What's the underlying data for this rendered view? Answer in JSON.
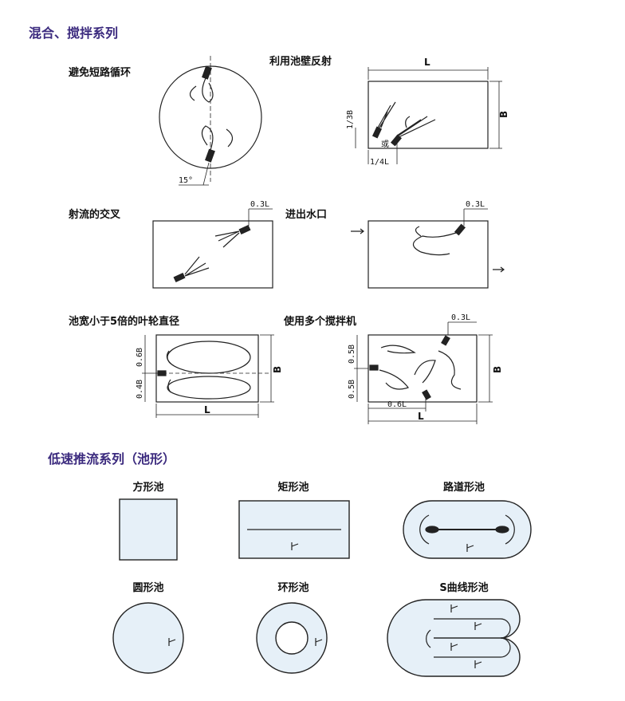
{
  "sections": {
    "mixing": "混合、搅拌系列",
    "lowspeed": "低速推流系列（池形）"
  },
  "diagrams": {
    "avoid_short_circuit": "避免短路循环",
    "wall_reflection": "利用池壁反射",
    "jet_cross": "射流的交叉",
    "inlet_outlet": "进出水口",
    "narrow_pool": "池宽小于5倍的叶轮直径",
    "multi_mixer": "使用多个搅拌机"
  },
  "dims": {
    "angle": "15°",
    "L": "L",
    "B": "B",
    "third_B": "1/3B",
    "quarter_L": "1/4L",
    "or": "或",
    "p3L": "0.3L",
    "p6L": "0.6L",
    "p6B": "0.6B",
    "p4B": "0.4B",
    "p5B": "0.5B"
  },
  "shapes": {
    "square": "方形池",
    "rect": "矩形池",
    "track": "路道形池",
    "circle": "圆形池",
    "ring": "环形池",
    "s_curve": "S曲线形池"
  },
  "colors": {
    "section_title": "#3b2a7e",
    "pool_fill": "#e6f0f8"
  }
}
